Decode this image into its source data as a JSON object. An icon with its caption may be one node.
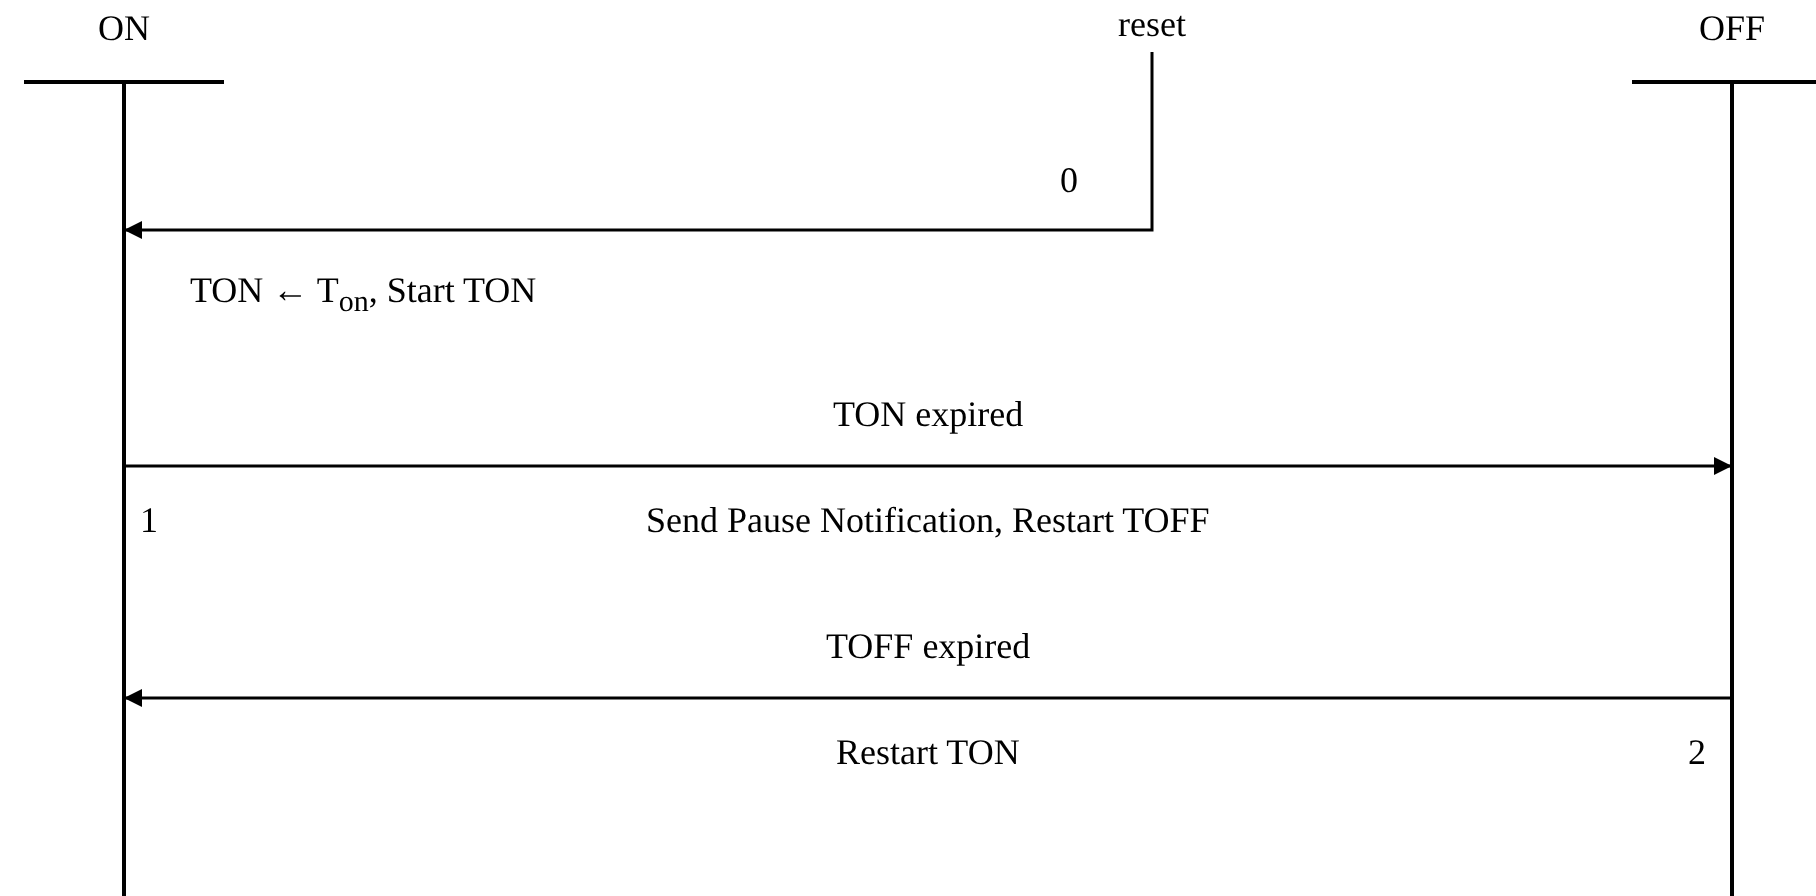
{
  "diagram": {
    "nodes": [
      {
        "text": [
          "ON"
        ]
      },
      {
        "text": [
          "reset"
        ]
      },
      {
        "text": [
          "OFF"
        ]
      }
    ],
    "edges": [
      {
        "from": 1,
        "to": 0,
        "arrow": "to",
        "label": "0"
      },
      {
        "from": 0,
        "to": 2,
        "arrow": "to",
        "label": "TON expired"
      },
      {
        "from": 2,
        "to": 0,
        "arrow": "to",
        "label": "TOFF expired"
      }
    ],
    "labels": [
      "TON ← T$_{on}$, Start TON",
      "1",
      "Send Pause Notification, Restart TOFF",
      "Restart TON",
      "2"
    ]
  }
}
